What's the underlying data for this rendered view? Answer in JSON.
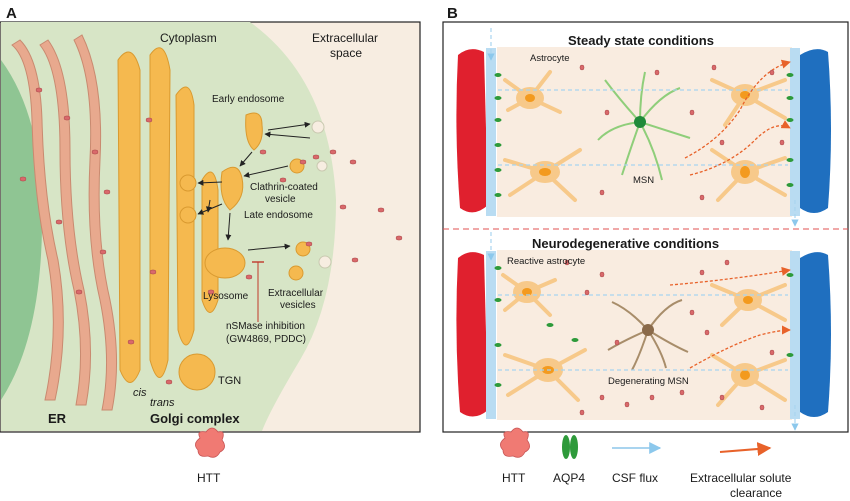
{
  "panel_a": {
    "letter": "A",
    "cytoplasm": "Cytoplasm",
    "extracellular_1": "Extracellular",
    "extracellular_2": "space",
    "early_endosome": "Early endosome",
    "clathrin_1": "Clathrin-coated",
    "clathrin_2": "vesicle",
    "late_endosome": "Late endosome",
    "lysosome": "Lysosome",
    "ev_1": "Extracellular",
    "ev_2": "vesicles",
    "nsmase_1": "nSMase inhibition",
    "nsmase_2": "(GW4869, PDDC)",
    "cis": "cis",
    "trans": "trans",
    "tgn": "TGN",
    "er": "ER",
    "golgi": "Golgi complex"
  },
  "panel_b": {
    "letter": "B",
    "steady_title": "Steady state conditions",
    "astrocyte": "Astrocyte",
    "msn": "MSN",
    "neuro_title": "Neurodegenerative conditions",
    "reactive_astrocyte": "Reactive astrocyte",
    "degenerating_msn": "Degenerating MSN"
  },
  "legend": {
    "htt_a": "HTT",
    "htt_b": "HTT",
    "aqp4": "AQP4",
    "csf": "CSF flux",
    "clear_1": "Extracellular solute",
    "clear_2": "clearance"
  },
  "colors": {
    "cytoplasm_green": "#d8e6c8",
    "er_pink": "#e8a98e",
    "golgi_orange": "#f5b94f",
    "htt_red": "#e06060",
    "aqp4_green": "#2e9a3a",
    "artery_red": "#e0202e",
    "vein_blue": "#1f6fbf",
    "csf_blue": "#a9d4ef",
    "clearance_orange": "#e8622a"
  }
}
